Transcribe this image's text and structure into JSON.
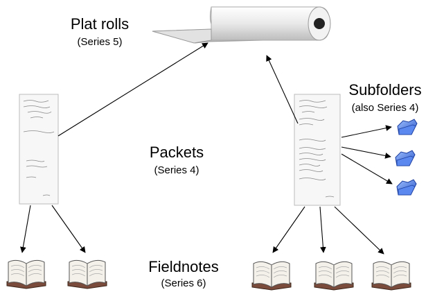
{
  "labels": {
    "plat_rolls": "Plat rolls",
    "plat_rolls_series": "(Series 5)",
    "packets": "Packets",
    "packets_series": "(Series 4)",
    "subfolders": "Subfolders",
    "subfolders_series": "(also Series 4)",
    "fieldnotes": "Fieldnotes",
    "fieldnotes_series": "(Series 6)"
  },
  "icons": {
    "roll": "paper-roll-icon",
    "packet": "document-packet-icon",
    "folder": "folder-icon",
    "book": "open-book-icon"
  },
  "colors": {
    "folder_blue": "#3a6fe0",
    "book_page": "#f4f1ea",
    "book_cover": "#7a4a3a",
    "arrow": "#000000"
  }
}
